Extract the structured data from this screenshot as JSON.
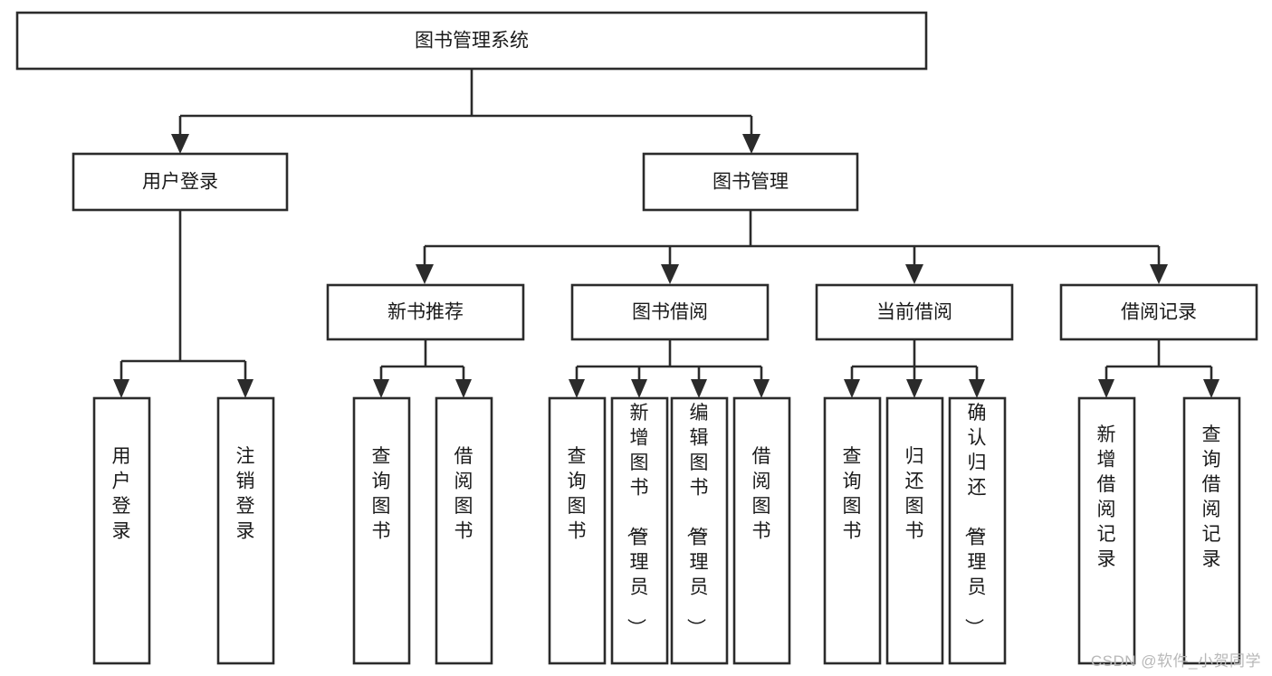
{
  "diagram": {
    "type": "tree",
    "title": "图书管理系统",
    "orientation": "top-down",
    "watermark": "CSDN @软件_小贺同学",
    "colors": {
      "background": "#ffffff",
      "stroke": "#2b2b2b",
      "node_fill": "#ffffff",
      "text": "#1a1a1a",
      "watermark": "#b8b8b8"
    },
    "root": {
      "id": "root",
      "label": "图书管理系统"
    },
    "level2": [
      {
        "id": "user-login",
        "label": "用户登录"
      },
      {
        "id": "book-manage",
        "label": "图书管理"
      }
    ],
    "level3": [
      {
        "id": "new-book-rec",
        "label": "新书推荐",
        "parent": "book-manage"
      },
      {
        "id": "book-borrow",
        "label": "图书借阅",
        "parent": "book-manage"
      },
      {
        "id": "current-borrow",
        "label": "当前借阅",
        "parent": "book-manage"
      },
      {
        "id": "borrow-record",
        "label": "借阅记录",
        "parent": "book-manage"
      }
    ],
    "leaves": [
      {
        "id": "leaf-user-login",
        "label": "用户登录",
        "parent": "user-login"
      },
      {
        "id": "leaf-logout-login",
        "label": "注销登录",
        "parent": "user-login"
      },
      {
        "id": "leaf-query-book-1",
        "label": "查询图书",
        "parent": "new-book-rec"
      },
      {
        "id": "leaf-borrow-book-1",
        "label": "借阅图书",
        "parent": "new-book-rec"
      },
      {
        "id": "leaf-query-book-2",
        "label": "查询图书",
        "parent": "book-borrow"
      },
      {
        "id": "leaf-add-book",
        "label": "新增图书（管理员）",
        "parent": "book-borrow"
      },
      {
        "id": "leaf-edit-book",
        "label": "编辑图书（管理员）",
        "parent": "book-borrow"
      },
      {
        "id": "leaf-borrow-book-2",
        "label": "借阅图书",
        "parent": "book-borrow"
      },
      {
        "id": "leaf-query-book-3",
        "label": "查询图书",
        "parent": "current-borrow"
      },
      {
        "id": "leaf-return-book",
        "label": "归还图书",
        "parent": "current-borrow"
      },
      {
        "id": "leaf-confirm-return",
        "label": "确认归还（管理员）",
        "parent": "current-borrow"
      },
      {
        "id": "leaf-add-record",
        "label": "新增借阅记录",
        "parent": "borrow-record"
      },
      {
        "id": "leaf-query-record",
        "label": "查询借阅记录",
        "parent": "borrow-record"
      }
    ]
  }
}
